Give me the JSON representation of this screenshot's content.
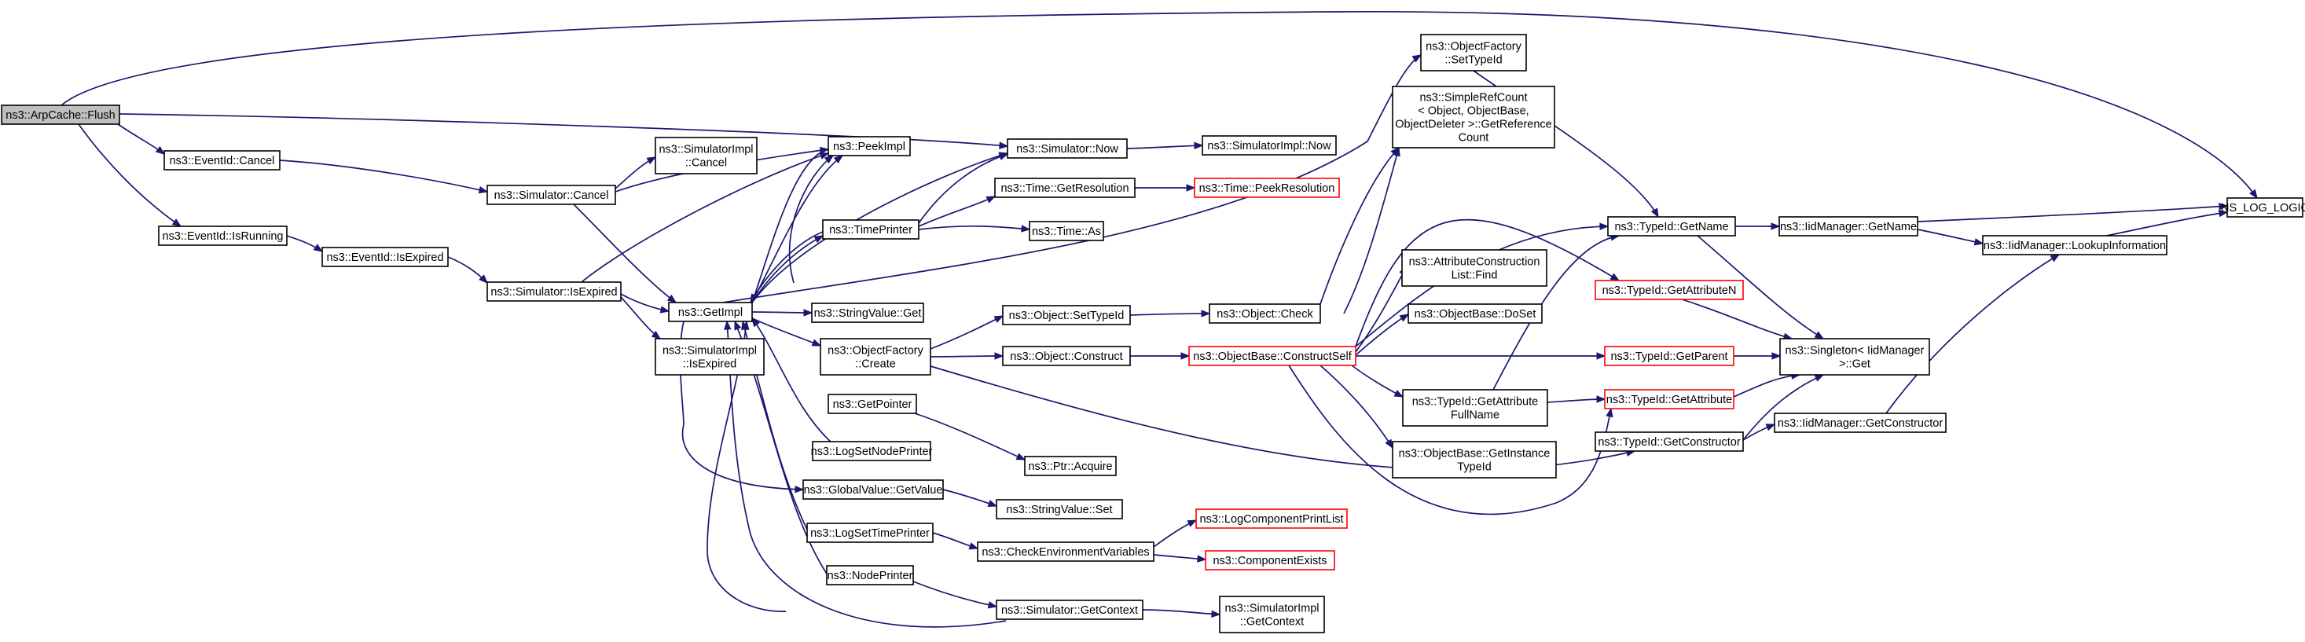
{
  "graph": {
    "nodes": [
      {
        "id": "flush",
        "lines": [
          "ns3::ArpCache::Flush"
        ],
        "style": "root"
      },
      {
        "id": "evcancel",
        "lines": [
          "ns3::EventId::Cancel"
        ]
      },
      {
        "id": "evisrunning",
        "lines": [
          "ns3::EventId::IsRunning"
        ]
      },
      {
        "id": "evisexpired",
        "lines": [
          "ns3::EventId::IsExpired"
        ]
      },
      {
        "id": "simimplcancel",
        "lines": [
          "ns3::SimulatorImpl",
          "::Cancel"
        ]
      },
      {
        "id": "simcancel",
        "lines": [
          "ns3::Simulator::Cancel"
        ]
      },
      {
        "id": "simisexpired",
        "lines": [
          "ns3::Simulator::IsExpired"
        ]
      },
      {
        "id": "simimplisexpired",
        "lines": [
          "ns3::SimulatorImpl",
          "::IsExpired"
        ]
      },
      {
        "id": "peekimpl",
        "lines": [
          "ns3::PeekImpl"
        ]
      },
      {
        "id": "getimpl",
        "lines": [
          "ns3::GetImpl"
        ]
      },
      {
        "id": "simnow",
        "lines": [
          "ns3::Simulator::Now"
        ]
      },
      {
        "id": "simimplnow",
        "lines": [
          "ns3::SimulatorImpl::Now"
        ]
      },
      {
        "id": "timeprinter",
        "lines": [
          "ns3::TimePrinter"
        ]
      },
      {
        "id": "timegetres",
        "lines": [
          "ns3::Time::GetResolution"
        ]
      },
      {
        "id": "timepeekres",
        "lines": [
          "ns3::Time::PeekResolution"
        ],
        "style": "red"
      },
      {
        "id": "timeas",
        "lines": [
          "ns3::Time::As"
        ]
      },
      {
        "id": "strvalget",
        "lines": [
          "ns3::StringValue::Get"
        ]
      },
      {
        "id": "objfaccreate",
        "lines": [
          "ns3::ObjectFactory",
          "::Create"
        ]
      },
      {
        "id": "objsettypeid",
        "lines": [
          "ns3::Object::SetTypeId"
        ]
      },
      {
        "id": "objcheck",
        "lines": [
          "ns3::Object::Check"
        ]
      },
      {
        "id": "objconstruct",
        "lines": [
          "ns3::Object::Construct"
        ]
      },
      {
        "id": "objbaseconstructself",
        "lines": [
          "ns3::ObjectBase::ConstructSelf"
        ],
        "style": "red"
      },
      {
        "id": "getpointer",
        "lines": [
          "ns3::GetPointer"
        ]
      },
      {
        "id": "ptracquire",
        "lines": [
          "ns3::Ptr::Acquire"
        ]
      },
      {
        "id": "logsetnodeprinter",
        "lines": [
          "ns3::LogSetNodePrinter"
        ]
      },
      {
        "id": "globalvalget",
        "lines": [
          "ns3::GlobalValue::GetValue"
        ]
      },
      {
        "id": "strvalset",
        "lines": [
          "ns3::StringValue::Set"
        ]
      },
      {
        "id": "logsettimeprinter",
        "lines": [
          "ns3::LogSetTimePrinter"
        ]
      },
      {
        "id": "checkenv",
        "lines": [
          "ns3::CheckEnvironmentVariables"
        ]
      },
      {
        "id": "logcompprintlist",
        "lines": [
          "ns3::LogComponentPrintList"
        ],
        "style": "red"
      },
      {
        "id": "compexists",
        "lines": [
          "ns3::ComponentExists"
        ],
        "style": "red"
      },
      {
        "id": "nodeprinter",
        "lines": [
          "ns3::NodePrinter"
        ]
      },
      {
        "id": "simgetcontext",
        "lines": [
          "ns3::Simulator::GetContext"
        ]
      },
      {
        "id": "simimplgetcontext",
        "lines": [
          "ns3::SimulatorImpl",
          "::GetContext"
        ]
      },
      {
        "id": "objfacsettypeid",
        "lines": [
          "ns3::ObjectFactory",
          "::SetTypeId"
        ]
      },
      {
        "id": "simplerefcount",
        "lines": [
          "ns3::SimpleRefCount",
          "< Object, ObjectBase,",
          "ObjectDeleter >::GetReference",
          "Count"
        ]
      },
      {
        "id": "attrconstrlist",
        "lines": [
          "ns3::AttributeConstruction",
          "List::Find"
        ]
      },
      {
        "id": "objbasedoset",
        "lines": [
          "ns3::ObjectBase::DoSet"
        ]
      },
      {
        "id": "typeidgetattrfull",
        "lines": [
          "ns3::TypeId::GetAttribute",
          "FullName"
        ]
      },
      {
        "id": "objbasegetinstance",
        "lines": [
          "ns3::ObjectBase::GetInstance",
          "TypeId"
        ]
      },
      {
        "id": "typeidgetname",
        "lines": [
          "ns3::TypeId::GetName"
        ]
      },
      {
        "id": "typeidgetattrn",
        "lines": [
          "ns3::TypeId::GetAttributeN"
        ],
        "style": "red"
      },
      {
        "id": "typeidgetparent",
        "lines": [
          "ns3::TypeId::GetParent"
        ],
        "style": "red"
      },
      {
        "id": "typeidgetattr",
        "lines": [
          "ns3::TypeId::GetAttribute"
        ],
        "style": "red"
      },
      {
        "id": "typeidgetconstructor",
        "lines": [
          "ns3::TypeId::GetConstructor"
        ]
      },
      {
        "id": "iidmgrgetname",
        "lines": [
          "ns3::IidManager::GetName"
        ]
      },
      {
        "id": "iidmgrlookup",
        "lines": [
          "ns3::IidManager::LookupInformation"
        ]
      },
      {
        "id": "iidmgrgetconstructor",
        "lines": [
          "ns3::IidManager::GetConstructor"
        ]
      },
      {
        "id": "singletonget",
        "lines": [
          "ns3::Singleton< IidManager",
          ">::Get"
        ]
      },
      {
        "id": "nslog",
        "lines": [
          "NS_LOG_LOGIC"
        ]
      }
    ]
  }
}
